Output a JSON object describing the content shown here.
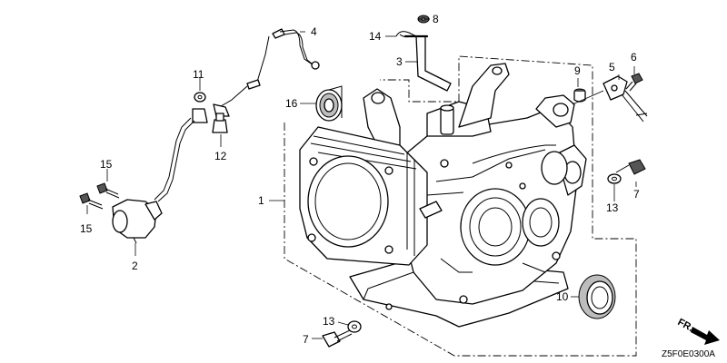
{
  "diagram": {
    "code": "Z5F0E0300A",
    "direction_label": "FR.",
    "parts": {
      "crankcase": "1",
      "oil_alert_switch": "2",
      "breather_tube": "3",
      "oil_alert_wire": "4",
      "harness_clamp": "5",
      "clamp_bolt": "6",
      "flange_bolt_right": "7",
      "flange_bolt_bottom": "7",
      "clip": "8",
      "dowel_pin": "9",
      "oil_seal": "10",
      "cap_11": "11",
      "grommet_12": "12",
      "washer_right": "13",
      "washer_bottom": "13",
      "clip_14": "14",
      "bolt_15_upper": "15",
      "bolt_15_lower": "15",
      "bearing": "16"
    }
  }
}
